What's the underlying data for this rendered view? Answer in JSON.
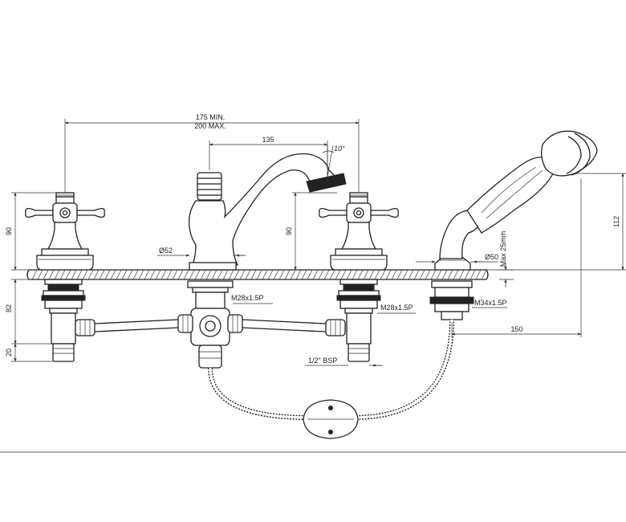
{
  "dimensions": {
    "spread": "175 MIN.\n200 MAX.",
    "spread_min": "175 MIN.",
    "spread_max": "200 MAX.",
    "spout_reach": "135",
    "spout_angle": "10°",
    "handle_height": "90",
    "spout_height": "90",
    "below_deck": "82",
    "tail_length": "20",
    "spout_base_dia": "Ø52",
    "thread_spout": "M28x1.5P",
    "thread_valve": "M28x1.5P",
    "thread_shower": "M34x1.5P",
    "outlet_thread": "1/2\" BSP",
    "shower_base_dia": "Ø50",
    "deck_thickness_max": "Max 25mm",
    "handset_height": "112",
    "hose_offset": "150"
  }
}
